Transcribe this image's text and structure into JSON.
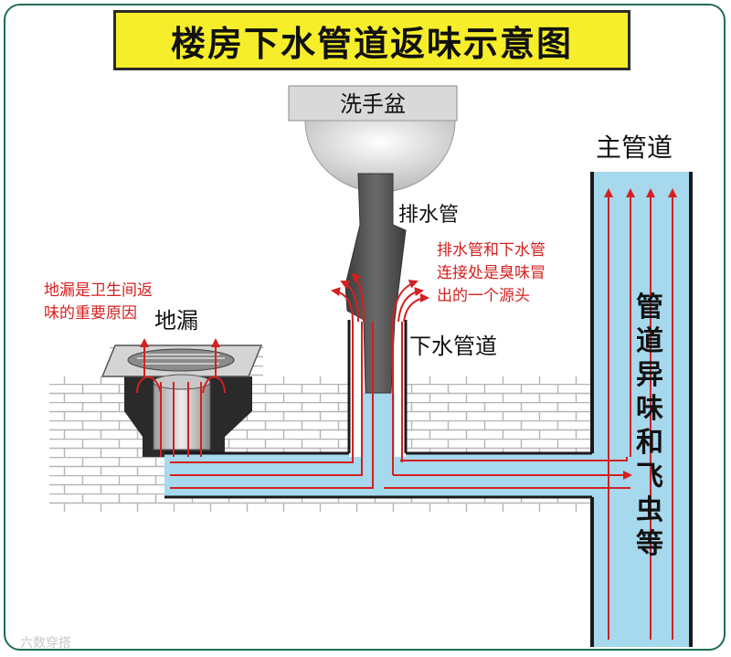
{
  "title": "楼房下水管道返味示意图",
  "labels": {
    "basin": "洗手盆",
    "main_pipe": "主管道",
    "drain_pipe": "排水管",
    "floor_drain": "地漏",
    "sewer_pipe": "下水管道"
  },
  "notes": {
    "floor_drain_lines": [
      "地漏是卫生间返",
      "味的重要原因"
    ],
    "joint_lines": [
      "排水管和下水管",
      "连接处是臭味冒",
      "出的一个源头"
    ]
  },
  "vertical_note": [
    "管",
    "道",
    "异",
    "味",
    "和",
    "飞",
    "虫",
    "等"
  ],
  "watermark": "六数穿搭",
  "colors": {
    "title_bg": "#f6ee2a",
    "water": "#a6d8ee",
    "pipe_outline": "#1a1a1a",
    "arrow_red": "#d42020",
    "drain_pipe_gray": "#5a5a5a",
    "brick_line": "#b5b5b5"
  }
}
